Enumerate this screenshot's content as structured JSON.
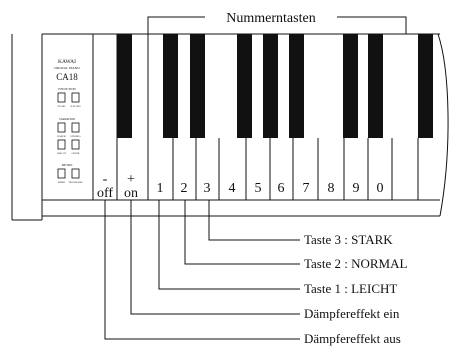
{
  "header": {
    "title": "Nummerntasten"
  },
  "panel": {
    "brand": "KAWAI",
    "subtitle": "DIGITAL PIANO",
    "model": "CA18",
    "section1": "F.FUNCTION",
    "section2": "VARIATION",
    "section3": "METRO",
    "labels": [
      "PIANO",
      "E.PIANO",
      "HARPSI",
      "STRINGS",
      "ORGAN",
      "CHOIR",
      "DEMO",
      "TRANSPOSE"
    ]
  },
  "keys": {
    "minus": "-",
    "off": "off",
    "plus": "+",
    "on": "on",
    "numbers": [
      "1",
      "2",
      "3",
      "4",
      "5",
      "6",
      "7",
      "8",
      "9",
      "0"
    ]
  },
  "callouts": [
    {
      "id": "taste3",
      "text": "Taste 3 : STARK"
    },
    {
      "id": "taste2",
      "text": "Taste 2 : NORMAL"
    },
    {
      "id": "taste1",
      "text": "Taste 1 : LEICHT"
    },
    {
      "id": "damper-on",
      "text": "Dämpfereffekt ein"
    },
    {
      "id": "damper-off",
      "text": "Dämpfereffekt aus"
    }
  ],
  "colors": {
    "line": "#111111",
    "black_key": "#111111",
    "white_key": "#ffffff"
  }
}
